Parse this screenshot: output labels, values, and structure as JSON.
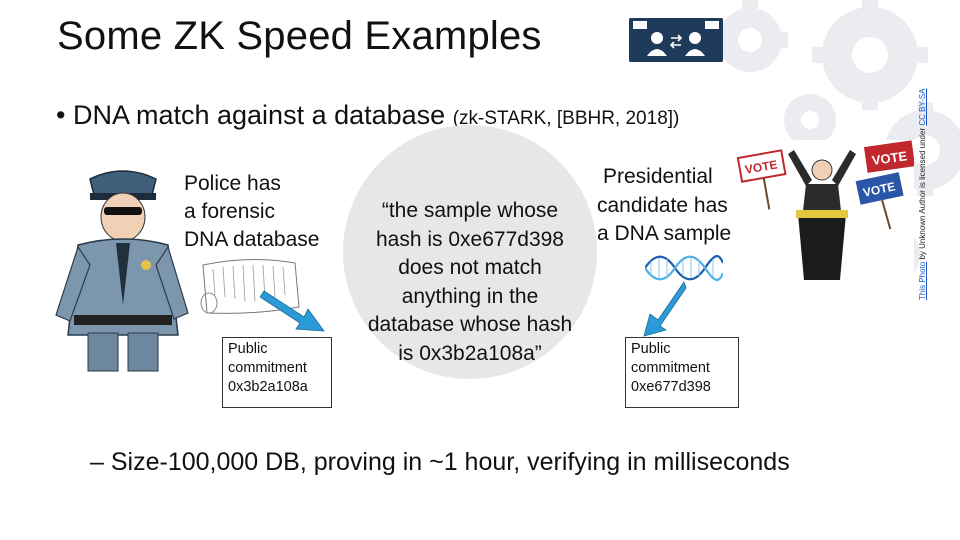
{
  "title": "Some ZK Speed Examples",
  "bullet": {
    "marker": "•",
    "text": "DNA match against a database",
    "note": "(zk-STARK, [BBHR, 2018])"
  },
  "police": {
    "lines": [
      "Police has",
      "a forensic",
      "DNA database"
    ],
    "commitment": [
      "Public",
      "commitment",
      "0x3b2a108a"
    ]
  },
  "statement": {
    "lines": [
      "“the sample whose",
      "hash is 0xe677d398",
      "does not match",
      "anything in the",
      "database whose hash",
      "is 0x3b2a108a”"
    ]
  },
  "candidate": {
    "lines": [
      "Presidential",
      "candidate has",
      "a DNA sample"
    ],
    "commitment": [
      "Public",
      "commitment",
      "0xe677d398"
    ]
  },
  "sub_bullet": {
    "marker": "–",
    "text": "Size-100,000 DB, proving in ~1 hour, verifying in milliseconds"
  },
  "attribution": {
    "link1": "This Photo",
    "middle": "by Unknown Author is licensed under",
    "link2": "CC BY-SA"
  },
  "vote_signs": [
    "VOTE",
    "VOTE",
    "VOTE"
  ],
  "colors": {
    "circle": "#e7e7e7",
    "title_image_bg": "#1e3b5c",
    "arrow_fill": "#2a9bd6",
    "link": "#1a56c8",
    "vote_red": "#c0282e",
    "vote_blue": "#2a56a8"
  }
}
